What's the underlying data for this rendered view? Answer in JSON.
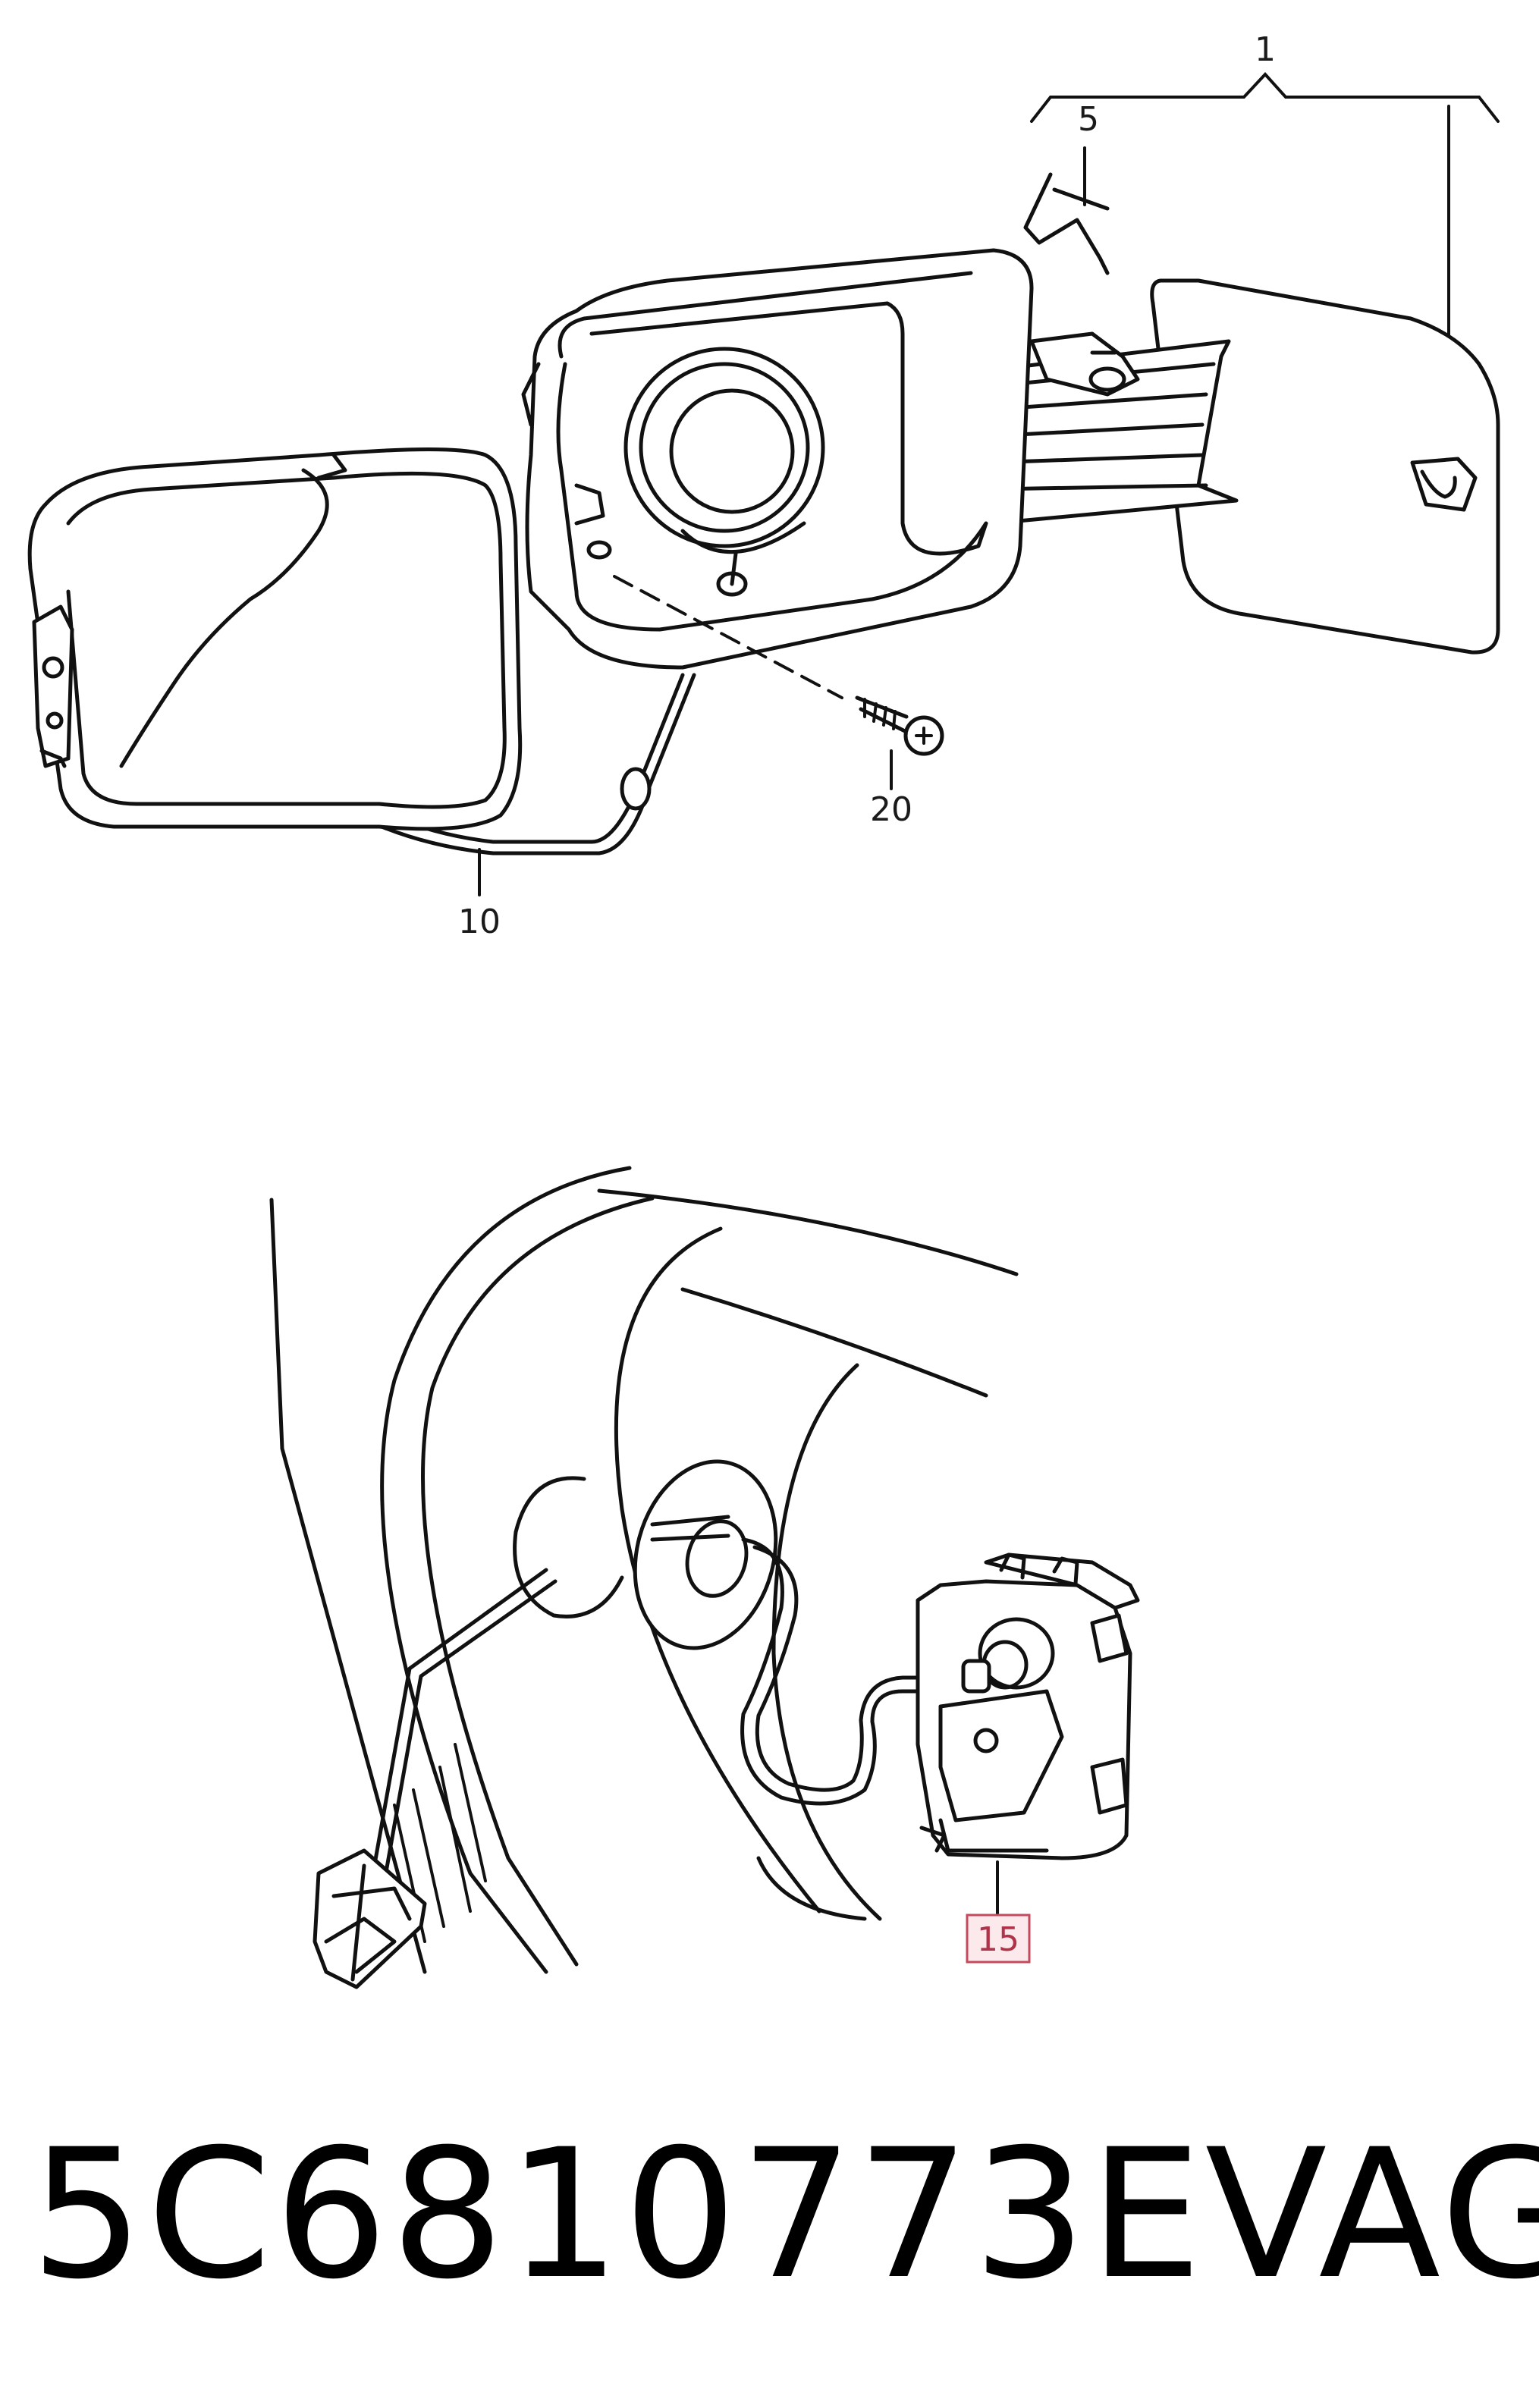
{
  "callouts": {
    "c1": "1",
    "c5": "5",
    "c10": "10",
    "c15": "15",
    "c20": "20"
  },
  "highlighted_callout": "15",
  "caption": {
    "part_number": "5C6810773E",
    "brand": "VAG"
  },
  "colors": {
    "line": "#111111",
    "highlight_fill": "#fbe9ec",
    "highlight_stroke": "#c54a5e",
    "background": "#ffffff"
  }
}
